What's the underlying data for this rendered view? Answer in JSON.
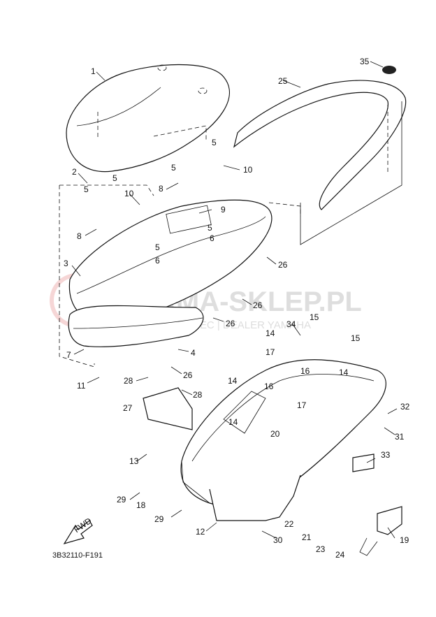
{
  "diagram_code": "3B32110-F191",
  "fwd_label": "FWD",
  "watermark": {
    "main": "YAMA-SKLEP.PL",
    "sub": "WO… HOWIEC | DEALER YAMAHA"
  },
  "parts": [
    {
      "id": "p1",
      "label": "1"
    },
    {
      "id": "p2",
      "label": "2"
    },
    {
      "id": "p3",
      "label": "3"
    },
    {
      "id": "p4",
      "label": "4"
    },
    {
      "id": "p5a",
      "label": "5"
    },
    {
      "id": "p5b",
      "label": "5"
    },
    {
      "id": "p5c",
      "label": "5"
    },
    {
      "id": "p5d",
      "label": "5"
    },
    {
      "id": "p5e",
      "label": "5"
    },
    {
      "id": "p5f",
      "label": "5"
    },
    {
      "id": "p6a",
      "label": "6"
    },
    {
      "id": "p6b",
      "label": "6"
    },
    {
      "id": "p7",
      "label": "7"
    },
    {
      "id": "p8a",
      "label": "8"
    },
    {
      "id": "p8b",
      "label": "8"
    },
    {
      "id": "p9",
      "label": "9"
    },
    {
      "id": "p10a",
      "label": "10"
    },
    {
      "id": "p10b",
      "label": "10"
    },
    {
      "id": "p11",
      "label": "11"
    },
    {
      "id": "p12",
      "label": "12"
    },
    {
      "id": "p13",
      "label": "13"
    },
    {
      "id": "p14a",
      "label": "14"
    },
    {
      "id": "p14b",
      "label": "14"
    },
    {
      "id": "p14c",
      "label": "14"
    },
    {
      "id": "p14d",
      "label": "14"
    },
    {
      "id": "p15a",
      "label": "15"
    },
    {
      "id": "p15b",
      "label": "15"
    },
    {
      "id": "p16a",
      "label": "16"
    },
    {
      "id": "p16b",
      "label": "16"
    },
    {
      "id": "p17a",
      "label": "17"
    },
    {
      "id": "p17b",
      "label": "17"
    },
    {
      "id": "p18",
      "label": "18"
    },
    {
      "id": "p19",
      "label": "19"
    },
    {
      "id": "p20",
      "label": "20"
    },
    {
      "id": "p21",
      "label": "21"
    },
    {
      "id": "p22",
      "label": "22"
    },
    {
      "id": "p23",
      "label": "23"
    },
    {
      "id": "p24",
      "label": "24"
    },
    {
      "id": "p25",
      "label": "25"
    },
    {
      "id": "p26a",
      "label": "26"
    },
    {
      "id": "p26b",
      "label": "26"
    },
    {
      "id": "p26c",
      "label": "26"
    },
    {
      "id": "p26d",
      "label": "26"
    },
    {
      "id": "p27",
      "label": "27"
    },
    {
      "id": "p28a",
      "label": "28"
    },
    {
      "id": "p28b",
      "label": "28"
    },
    {
      "id": "p29a",
      "label": "29"
    },
    {
      "id": "p29b",
      "label": "29"
    },
    {
      "id": "p30",
      "label": "30"
    },
    {
      "id": "p31",
      "label": "31"
    },
    {
      "id": "p32",
      "label": "32"
    },
    {
      "id": "p33",
      "label": "33"
    },
    {
      "id": "p34",
      "label": "34"
    },
    {
      "id": "p35",
      "label": "35"
    }
  ]
}
